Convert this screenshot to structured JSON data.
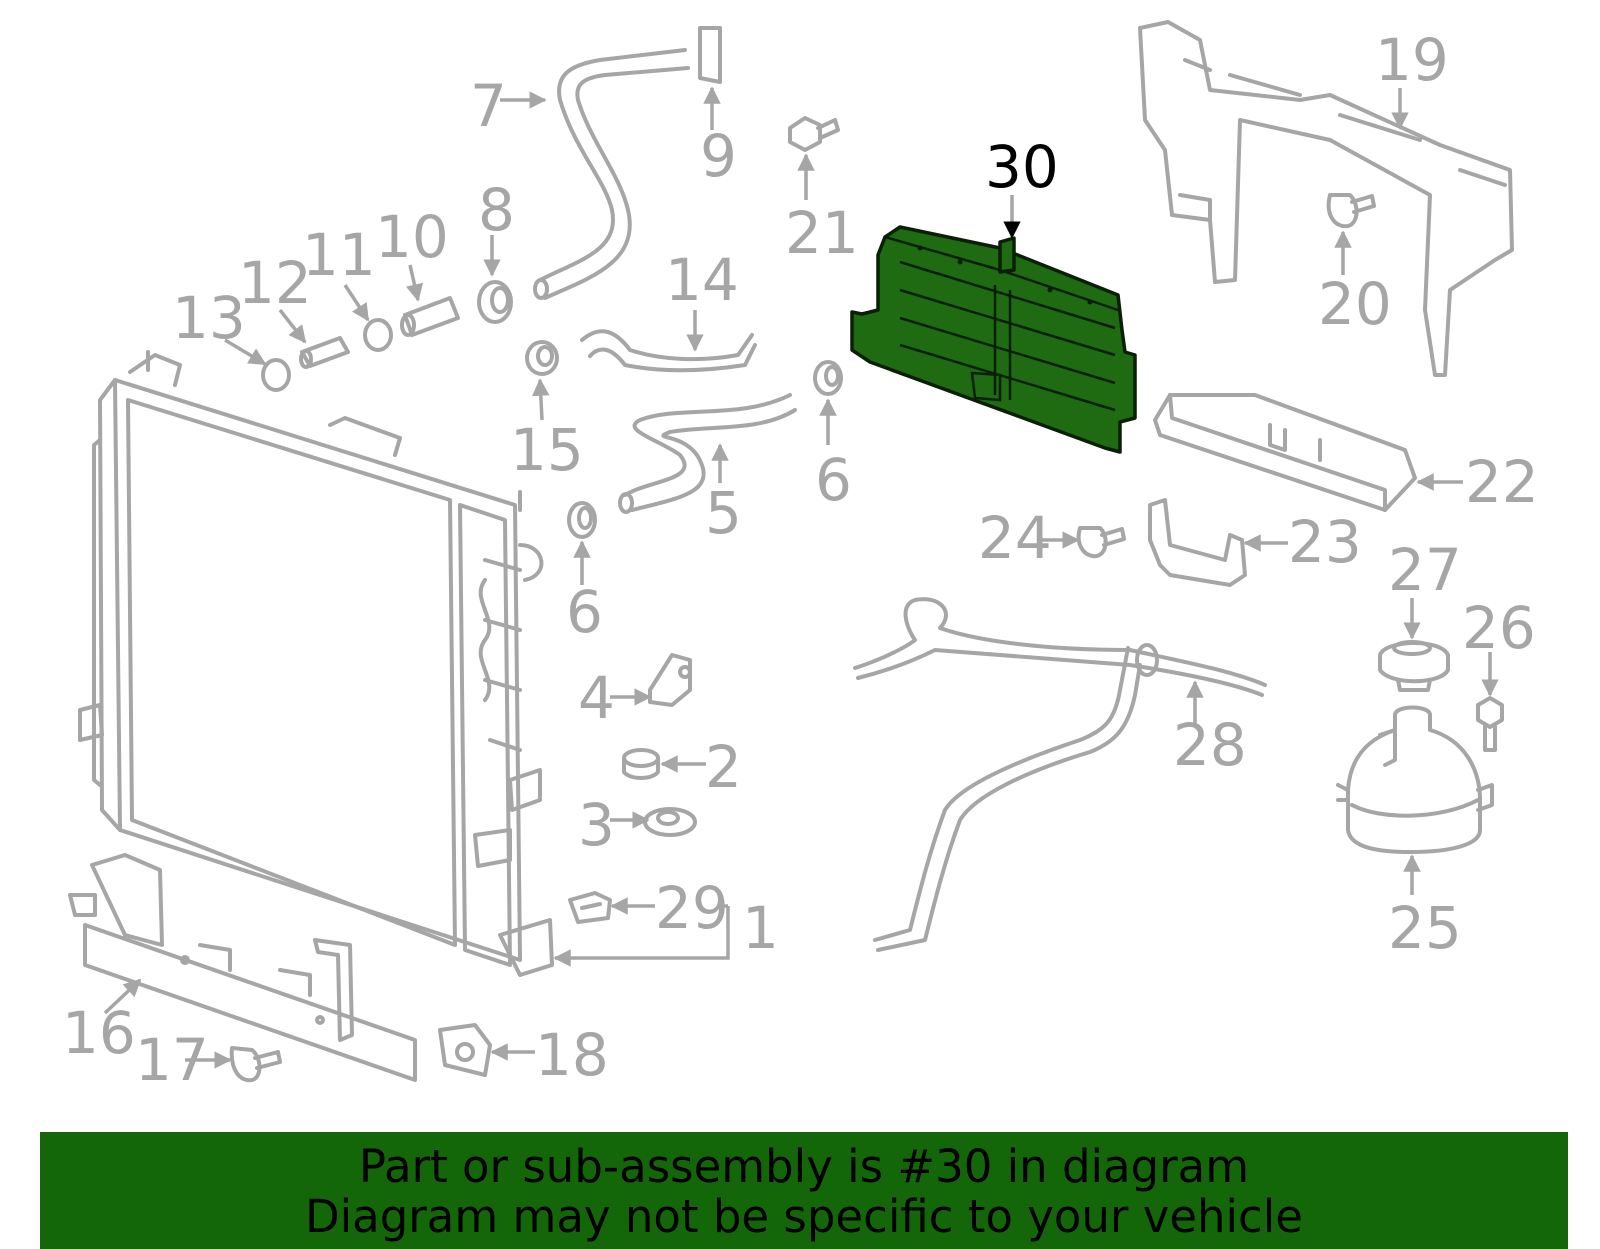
{
  "highlight_color": "#1e6b11",
  "banner_color": "#146709",
  "banner": {
    "line1": "Part or sub-assembly is #30 in diagram",
    "line2": "Diagram may not be specific to your vehicle"
  },
  "callouts": {
    "c1": "1",
    "c2": "2",
    "c3": "3",
    "c4": "4",
    "c5": "5",
    "c6a": "6",
    "c6b": "6",
    "c7": "7",
    "c8": "8",
    "c9": "9",
    "c10": "10",
    "c11": "11",
    "c12": "12",
    "c13": "13",
    "c14": "14",
    "c15": "15",
    "c16": "16",
    "c17": "17",
    "c18": "18",
    "c19": "19",
    "c20": "20",
    "c21": "21",
    "c22": "22",
    "c23": "23",
    "c24": "24",
    "c25": "25",
    "c26": "26",
    "c27": "27",
    "c28": "28",
    "c29": "29",
    "c30": "30"
  }
}
